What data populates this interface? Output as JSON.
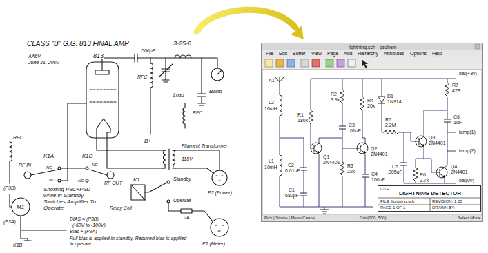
{
  "diagram": {
    "nodes": [
      {
        "text": [
          "lightning.sch - gschem"
        ]
      },
      {
        "text": [
          "TITLE",
          "LIGHTNING DETECTOR",
          "FILE: lightning.sch",
          "PAGE 1 OF 1",
          "REVISION: 1.00",
          "DRAWN BY:"
        ],
        "in": 0
      }
    ],
    "labels": [
      "CLASS \"B\" G.G. 813 FINAL AMP",
      "3-25-6",
      "AA6V",
      "June 31, 2000",
      "813",
      "500pF",
      "RFC",
      "Load",
      "Band",
      "B+",
      "RFC",
      "Filament Transformer",
      "115V",
      "P2 (Power)",
      "K1",
      "Relay Coil",
      "Standby",
      "Operate",
      "2A",
      "P1 (Meter)",
      "RFC",
      "K1A",
      "K1D",
      "RF IN",
      "NC",
      "NO",
      "RF OUT",
      "NC",
      "NO",
      "M1",
      "(P3B)",
      "(P3A)",
      "Shorting P3C+P3D while in Standby Switches Amplifier To Operate",
      "BIAS = (P3B)",
      "(-60V to -100V)",
      "Bias + (P3A)",
      "Full bias is applied in standby. Reduced bias is applied in operate",
      "K1B",
      "File",
      "Edit",
      "Buffer",
      "View",
      "Page",
      "Add",
      "Hierarchy",
      "Attributes",
      "Options",
      "Help",
      "A1",
      "L2",
      "10mH",
      "L1",
      "10mH",
      "R1",
      "180k",
      "Q1",
      "2N4401",
      "C2",
      "0.01uF",
      "C1",
      "680pF",
      "R2",
      "3.9k",
      "C3",
      ".01uF",
      "R3",
      "22k",
      "R4",
      "20k",
      "D1",
      "1N914",
      "Q2",
      "2N4401",
      "R5",
      "2.2M",
      "C4",
      "100uF",
      "C5",
      ".005uF",
      "Q3",
      "2N4401",
      "R6",
      "2.7k",
      "R7",
      "47R",
      "C6",
      "1uF",
      "Q4",
      "2N4401",
      "bat(+3v)",
      "lamp(1)",
      "lamp(2)",
      "bat(0v)",
      "Pick | Stroke | Menu/Cancel",
      "Grid(100, 500)",
      "Select Mode"
    ]
  }
}
